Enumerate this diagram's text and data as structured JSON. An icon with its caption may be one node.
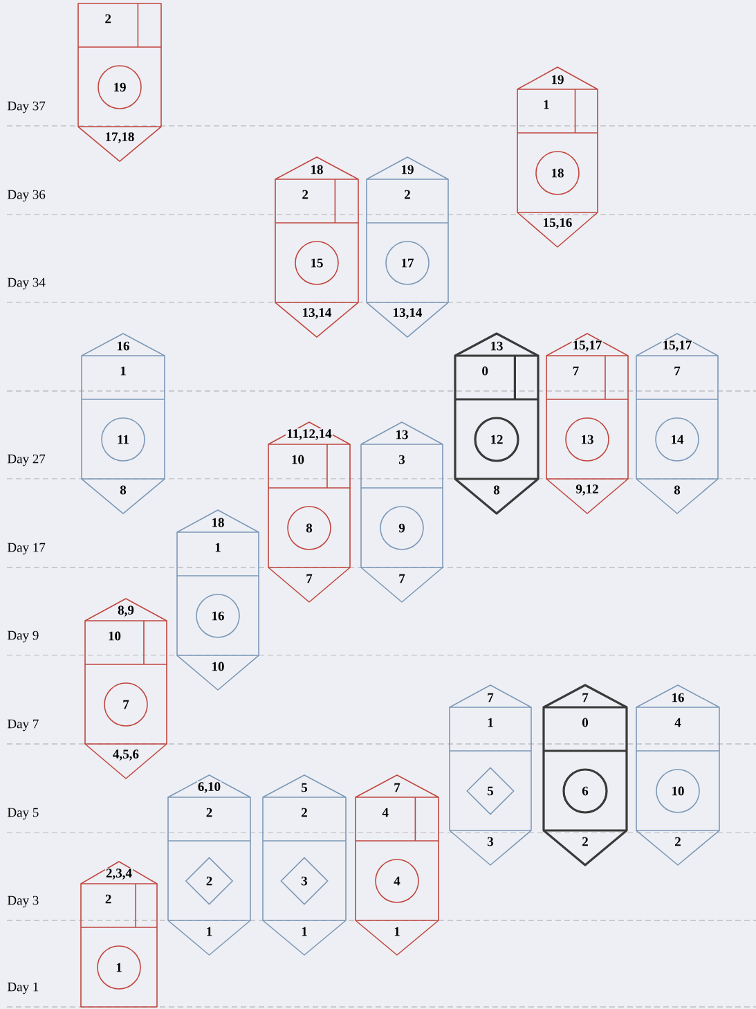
{
  "diagram": {
    "nodes": [
      {
        "text": [
          "2",
          "17,18"
        ]
      },
      {
        "text": [
          "19"
        ],
        "in": 0
      },
      {
        "text": [
          "19",
          "1",
          "15,16"
        ]
      },
      {
        "text": [
          "18"
        ],
        "in": 2
      },
      {
        "text": [
          "18",
          "2",
          "13,14"
        ]
      },
      {
        "text": [
          "15"
        ],
        "in": 4
      },
      {
        "text": [
          "19",
          "2",
          "13,14"
        ]
      },
      {
        "text": [
          "17"
        ],
        "in": 6
      },
      {
        "text": [
          "16",
          "1",
          "8"
        ]
      },
      {
        "text": [
          "11"
        ],
        "in": 8
      },
      {
        "text": [
          "13",
          "0",
          "8"
        ]
      },
      {
        "text": [
          "12"
        ],
        "in": 10
      },
      {
        "text": [
          "15,17",
          "7",
          "9,12"
        ]
      },
      {
        "text": [
          "13"
        ],
        "in": 12
      },
      {
        "text": [
          "15,17",
          "7",
          "8"
        ]
      },
      {
        "text": [
          "14"
        ],
        "in": 14
      },
      {
        "text": [
          "11,12,14",
          "10",
          "7"
        ]
      },
      {
        "text": [
          "8"
        ],
        "in": 16
      },
      {
        "text": [
          "13",
          "3",
          "7"
        ]
      },
      {
        "text": [
          "9"
        ],
        "in": 18
      },
      {
        "text": [
          "18",
          "1",
          "10"
        ]
      },
      {
        "text": [
          "16"
        ],
        "in": 20
      },
      {
        "text": [
          "8,9",
          "10",
          "4,5,6"
        ]
      },
      {
        "text": [
          "7"
        ],
        "in": 22
      },
      {
        "text": [
          "7",
          "1",
          "3"
        ]
      },
      {
        "text": [
          "5"
        ],
        "in": 24
      },
      {
        "text": [
          "7",
          "0",
          "2"
        ]
      },
      {
        "text": [
          "6"
        ],
        "in": 26
      },
      {
        "text": [
          "16",
          "4",
          "2"
        ]
      },
      {
        "text": [
          "10"
        ],
        "in": 28
      },
      {
        "text": [
          "6,10",
          "2",
          "1"
        ]
      },
      {
        "text": [
          "2"
        ],
        "in": 30
      },
      {
        "text": [
          "5",
          "2",
          "1"
        ]
      },
      {
        "text": [
          "3"
        ],
        "in": 32
      },
      {
        "text": [
          "7",
          "4",
          "1"
        ]
      },
      {
        "text": [
          "4"
        ],
        "in": 34
      },
      {
        "text": [
          "2,3,4",
          "2"
        ]
      },
      {
        "text": [
          "1"
        ],
        "in": 36
      }
    ],
    "labels": [
      "Day 37",
      "Day 36",
      "Day 34",
      "Day 27",
      "Day 17",
      "Day 9",
      "Day 7",
      "Day 5",
      "Day 3",
      "Day 1"
    ]
  }
}
